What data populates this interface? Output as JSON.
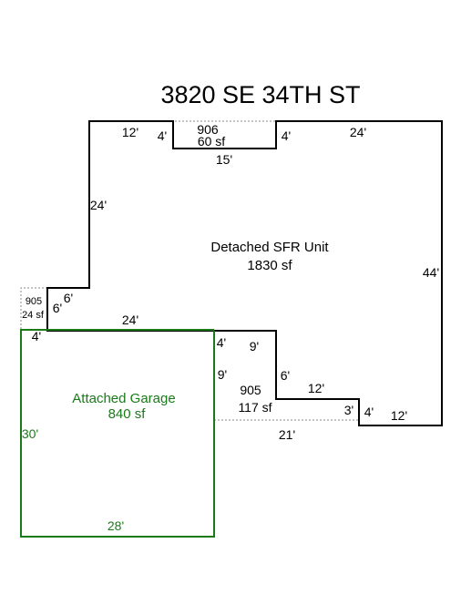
{
  "title": "3820 SE 34TH ST",
  "house": {
    "name": "Detached SFR Unit",
    "area": "1830 sf",
    "dims": {
      "top_left": "12'",
      "notch_left": "4'",
      "notch_right": "4'",
      "notch_bottom": "15'",
      "top_right": "24'",
      "left_upper": "24'",
      "step_a": "6'",
      "step_b": "6'",
      "left_bottom": "24'",
      "right": "44'",
      "bottom_right": "12'",
      "jog_4": "4'",
      "jog_3": "3'",
      "mid_12": "12'",
      "mid_6": "6'",
      "mid_9h": "9'",
      "mid_4": "4'",
      "mid_9v": "9'",
      "bottom_21": "21'"
    }
  },
  "areas": {
    "a906": {
      "code": "906",
      "area": "60 sf"
    },
    "a905_small": {
      "code": "905",
      "area": "24 sf"
    },
    "a905_large": {
      "code": "905",
      "area": "117 sf"
    }
  },
  "garage": {
    "name": "Attached Garage",
    "area": "840 sf",
    "dims": {
      "top": "4'",
      "left": "30'",
      "bottom": "28'"
    }
  },
  "colors": {
    "house_line": "#000000",
    "garage_line": "#1a7a1a",
    "dotted": "#888888"
  }
}
